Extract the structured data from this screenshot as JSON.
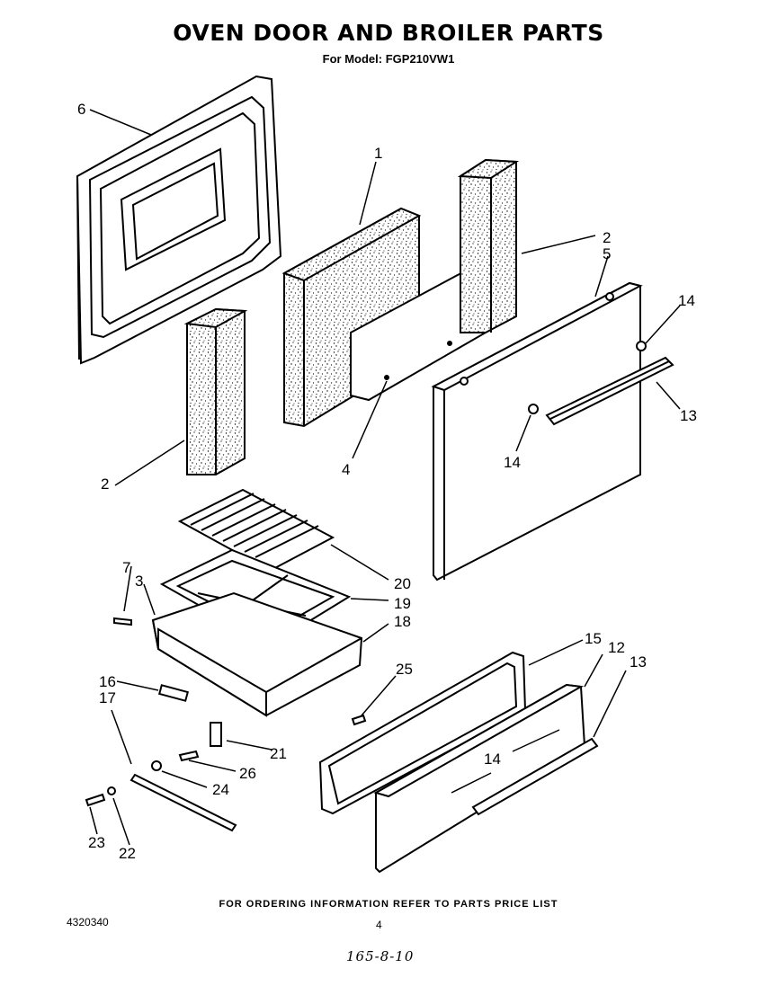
{
  "header": {
    "title": "OVEN DOOR AND BROILER PARTS",
    "model_line": "For Model: FGP210VW1"
  },
  "footer": {
    "ordering_info": "FOR ORDERING INFORMATION REFER TO PARTS PRICE LIST",
    "document_number": "4320340",
    "page_number": "4",
    "handwritten_note": "165-8-10"
  },
  "callouts": {
    "c1": "1",
    "c2a": "2",
    "c2b": "2",
    "c3": "3",
    "c4": "4",
    "c5": "5",
    "c6": "6",
    "c7": "7",
    "c13a": "13",
    "c13b": "13",
    "c14a": "14",
    "c14b": "14",
    "c14c": "14",
    "c15": "15",
    "c12": "12",
    "c16": "16",
    "c17": "17",
    "c18": "18",
    "c19": "19",
    "c20": "20",
    "c21": "21",
    "c22": "22",
    "c23": "23",
    "c24": "24",
    "c25": "25",
    "c26": "26"
  }
}
